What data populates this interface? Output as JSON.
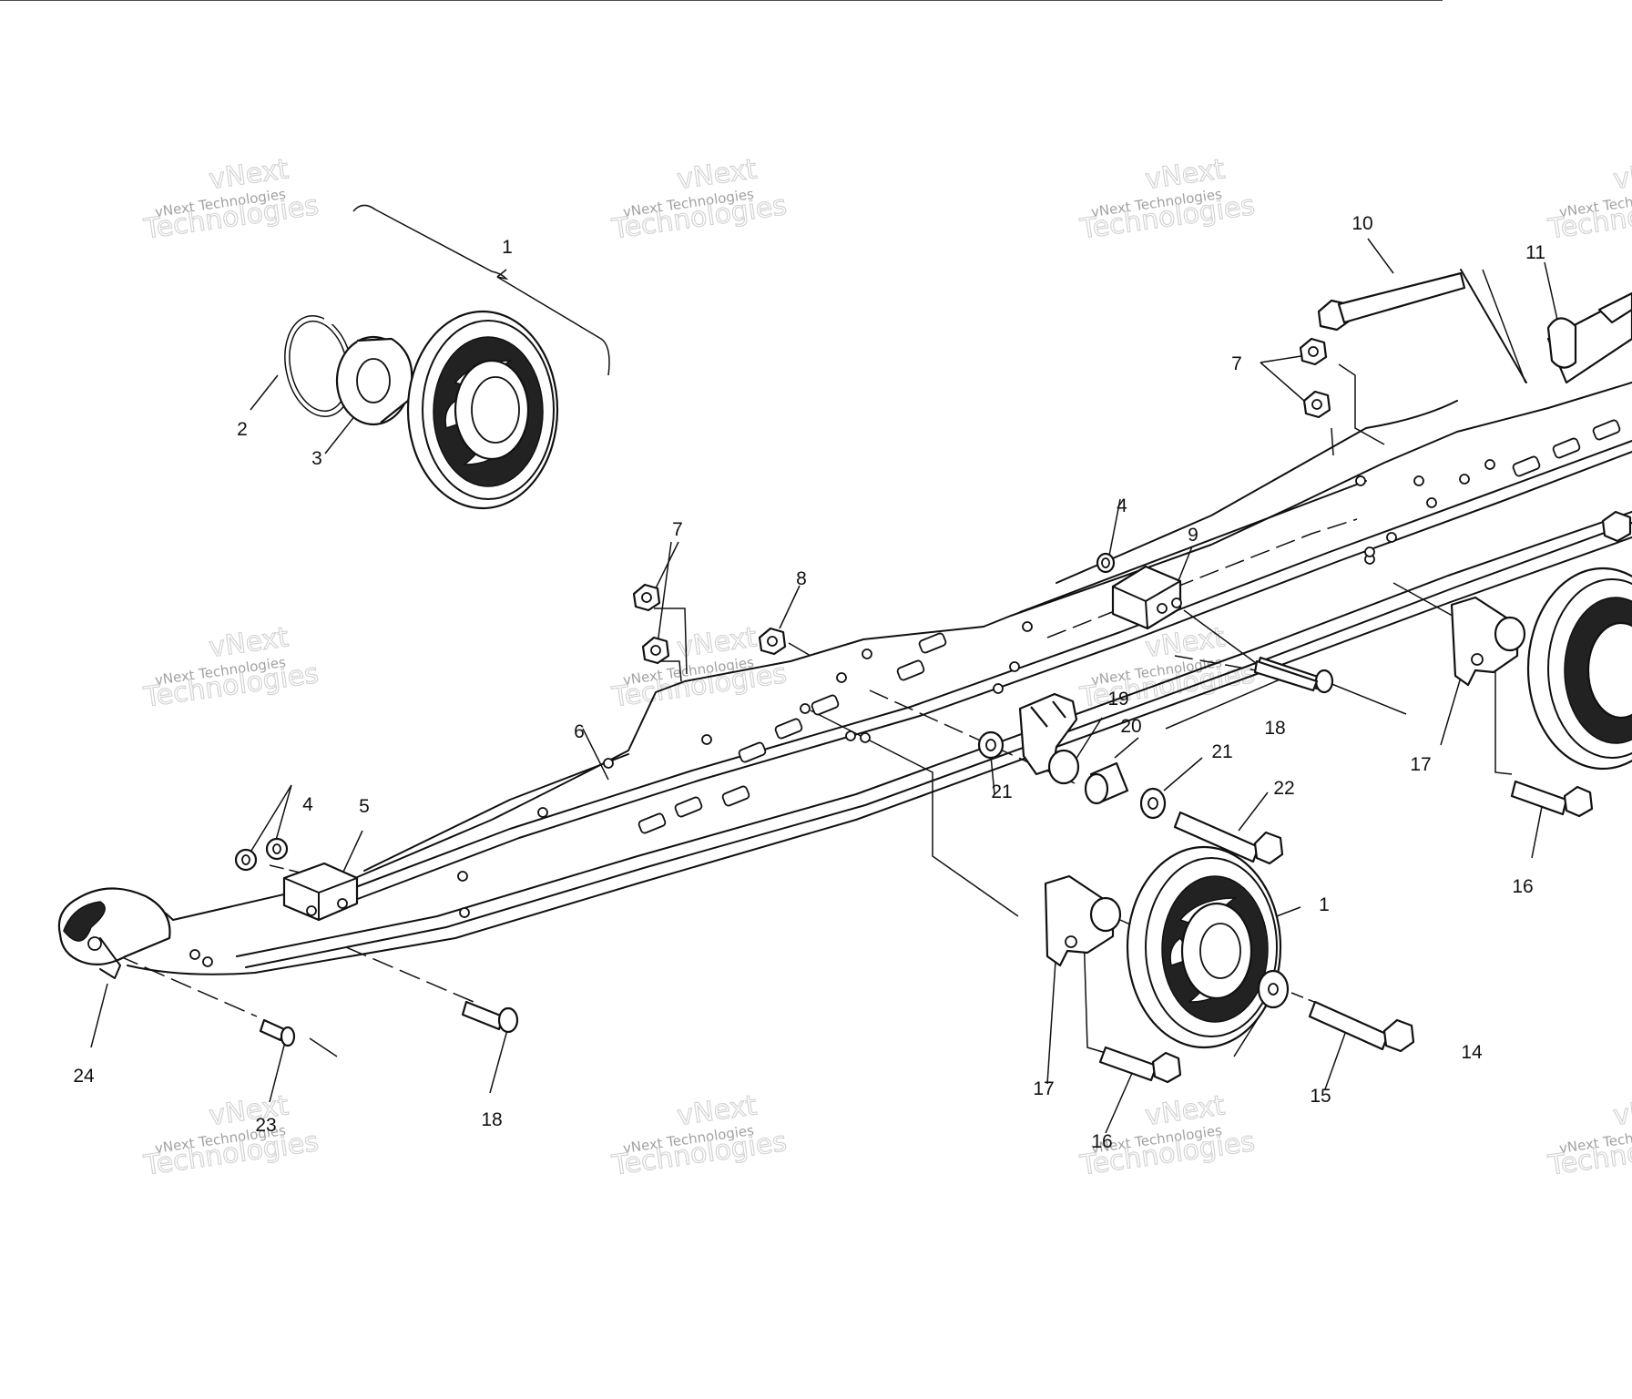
{
  "diagram": {
    "callouts": [
      "1",
      "2",
      "3",
      "4",
      "5",
      "6",
      "7",
      "8",
      "9",
      "10",
      "11",
      "14",
      "15",
      "16",
      "17",
      "18",
      "19",
      "20",
      "21",
      "22",
      "23",
      "24"
    ],
    "watermark": {
      "line_small": "vNext Technologies",
      "line_big_1": "vNext",
      "line_big_2": "Technologies"
    }
  },
  "colors": {
    "ink": "#111111",
    "watermark": "#c9c9c9",
    "background": "#ffffff"
  }
}
